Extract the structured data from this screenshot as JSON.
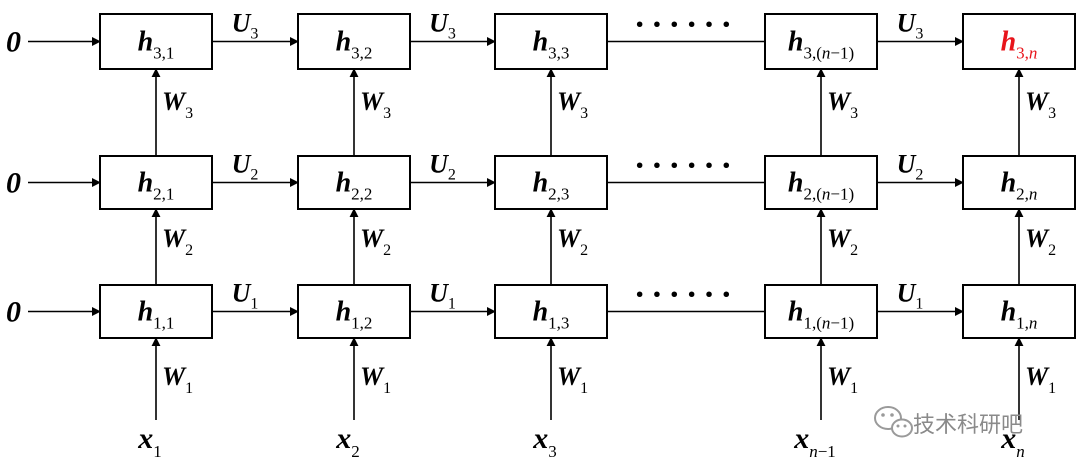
{
  "inputs": {
    "zero": "0",
    "x_symbol": "x",
    "x_subs": [
      "1",
      "2",
      "3",
      "n−1",
      "n"
    ]
  },
  "nodes": {
    "h_symbol": "h",
    "rows": [
      {
        "layer": "1",
        "subs": [
          "1,1",
          "1,2",
          "1,3",
          "1,(n−1)",
          "1,n"
        ]
      },
      {
        "layer": "2",
        "subs": [
          "2,1",
          "2,2",
          "2,3",
          "2,(n−1)",
          "2,n"
        ]
      },
      {
        "layer": "3",
        "subs": [
          "3,1",
          "3,2",
          "3,3",
          "3,(n−1)",
          "3,n"
        ]
      }
    ],
    "highlight_color": "#e8141b",
    "text_color": "#000000"
  },
  "weights": {
    "U_symbol": "U",
    "W_symbol": "W",
    "U_subs": [
      "1",
      "2",
      "3"
    ],
    "W_subs": [
      "1",
      "2",
      "3"
    ]
  },
  "ellipsis": "······",
  "watermark": {
    "icon": "wechat-icon",
    "text": "技术科研吧"
  }
}
